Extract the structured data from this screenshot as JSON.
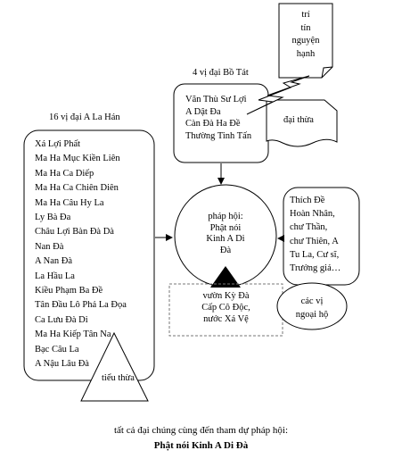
{
  "arhats": {
    "title": "16 vị đại A La Hán",
    "names": [
      "Xá Lợi Phất",
      "Ma Ha Mục Kiền Liên",
      "Ma Ha Ca Diếp",
      "Ma Ha Ca Chiên Diên",
      "Ma Ha Câu Hy La",
      "Ly Bà Đa",
      "Châu Lợi Bàn Đà Dà",
      "Nan Đà",
      "A Nan Đà",
      "La Hầu La",
      "Kiều Phạm Ba Đề",
      "Tân Đầu Lô Phả La Đọa",
      "Ca Lưu Đà Di",
      "Ma Ha Kiếp Tân Na",
      "Bạc Câu La",
      "A Nậu Lâu Đà"
    ],
    "vehicle": "tiểu thừa"
  },
  "bodhisattvas": {
    "title": "4 vị đại Bồ Tát",
    "names": [
      "Văn Thù Sư Lợi",
      "A Dật Đa",
      "Càn Đà Ha Đề",
      "Thường Tinh Tấn"
    ],
    "vehicle": "đại thừa",
    "virtues": [
      "trí",
      "tín",
      "nguyện",
      "hạnh"
    ]
  },
  "center": {
    "lines": [
      "pháp hội:",
      "Phật nói",
      "Kinh A Di",
      "Đà"
    ]
  },
  "place": {
    "lines": [
      "vườn Kỳ Đà",
      "Cấp Cô Độc,",
      "nước Xá Vệ"
    ]
  },
  "outsiders": {
    "names": [
      "Thích Đề",
      "Hoàn Nhân,",
      "chư Thần,",
      "chư Thiên, A",
      "Tu La, Cư sĩ,",
      "Trưởng giả…"
    ],
    "label_lines": [
      "các vị",
      "ngoại hộ"
    ]
  },
  "caption": {
    "line1": "tất cả đại chúng cùng đến tham dự pháp hội:",
    "line2": "Phật nói Kinh A Di Đà"
  }
}
